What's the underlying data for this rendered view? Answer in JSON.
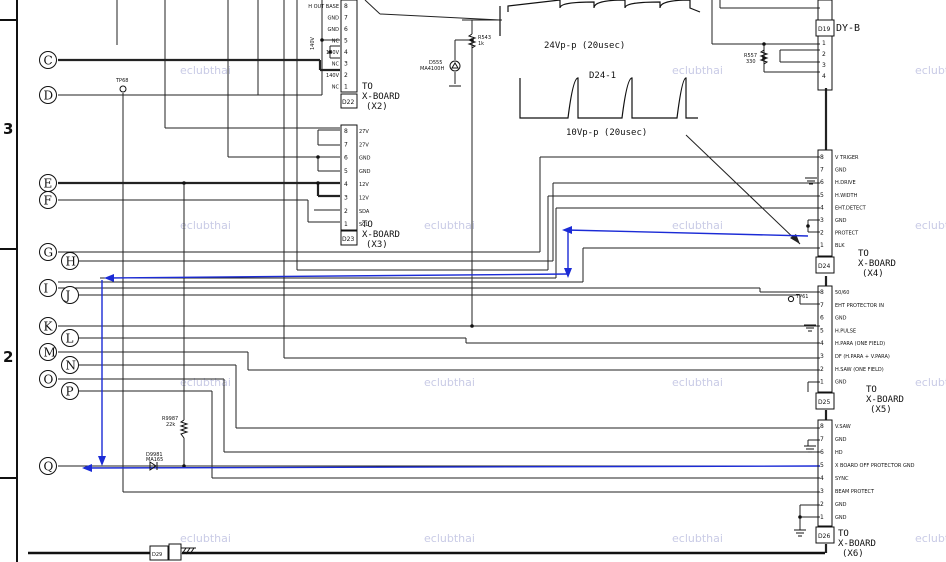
{
  "zones": [
    "3",
    "2"
  ],
  "connectors": [
    "C",
    "D",
    "E",
    "F",
    "G",
    "H",
    "I",
    "J",
    "K",
    "L",
    "M",
    "N",
    "O",
    "P",
    "Q"
  ],
  "watermark": "eclubthai",
  "d22": {
    "id": "D22",
    "pins": [
      "H OUT BASE",
      "GND",
      "GND",
      "NC",
      "140V",
      "NC",
      "140V",
      "NC"
    ],
    "dest": "TO\nX-BOARD\n(X2)"
  },
  "d23": {
    "id": "D23",
    "pins": [
      "27V",
      "27V",
      "GND",
      "GND",
      "12V",
      "12V",
      "SDA",
      "SCL"
    ],
    "dest": "TO\nX-BOARD\n(X3)"
  },
  "d19": {
    "id": "D19",
    "name": "DY-B"
  },
  "d24": {
    "id": "D24",
    "pins": [
      "V TRIGER",
      "GND",
      "H.DRIVE",
      "H.WIDTH",
      "EHT.DETECT",
      "GND",
      "PROTECT",
      "BLK"
    ],
    "dest": "TO\nX-BOARD\n(X4)"
  },
  "d25": {
    "id": "D25",
    "pins": [
      "50/60",
      "EHT PROTECTOR IN",
      "GND",
      "H.PULSE",
      "H.PARA (ONE FIELD)",
      "DF (H.PARA + V.PARA)",
      "H.SAW (ONE FIELD)",
      "GND"
    ],
    "dest": "TO\nX-BOARD\n(X5)"
  },
  "d26": {
    "id": "D26",
    "pins": [
      "V.SAW",
      "GND",
      "HD",
      "X BOARD OFF PROTECTOR GND",
      "SYNC",
      "BEAM PROTECT",
      "GND",
      "GND"
    ],
    "dest": "TO\nX-BOARD\n(X6)"
  },
  "d29": {
    "id": "D29"
  },
  "parts": {
    "r543": [
      "R543",
      "1k"
    ],
    "d555": [
      "D555",
      "MA4100H"
    ],
    "r557": [
      "R557",
      "330"
    ],
    "tp68": "TP68",
    "tp61": "TP61",
    "r9987": [
      "R9987",
      "22k"
    ],
    "d9981": [
      "D9981",
      "MA165"
    ],
    "v140": "140V"
  },
  "waveforms": {
    "w1": "24Vp-p (20usec)",
    "w2_title": "D24-1",
    "w2": "10Vp-p (20usec)"
  }
}
